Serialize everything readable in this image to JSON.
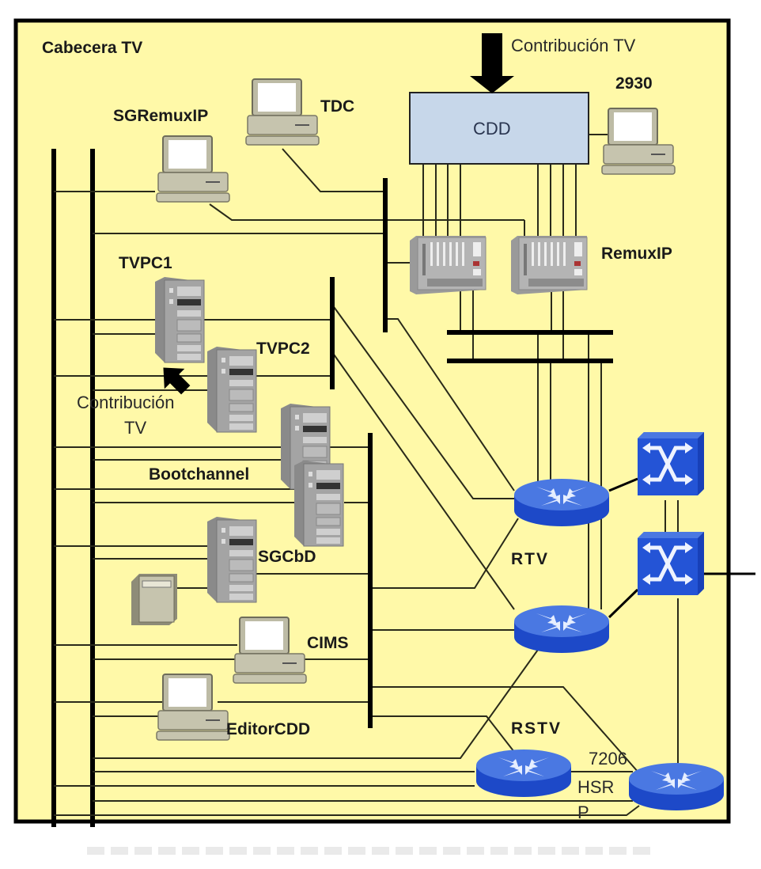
{
  "diagram": {
    "title": "Cabecera TV",
    "colors": {
      "background": "#fff9a8",
      "frame": "#000000",
      "cdd_fill": "#c7d7ea",
      "router_blue": "#2f64d8",
      "switch_blue": "#1f4fd0",
      "device_gray": "#c8c6b4"
    },
    "labels": {
      "contribution_top": "Contribución TV",
      "cdd": "CDD",
      "pc_2930": "2930",
      "tdc": "TDC",
      "sgremuxip": "SGRemuxIP",
      "remuxip": "RemuxIP",
      "tvpc1": "TVPC1",
      "tvpc2": "TVPC2",
      "contribution_left_1": "Contribución",
      "contribution_left_2": "TV",
      "bootchannel": "Bootchannel",
      "sgcbd": "SGCbD",
      "cims": "CIMS",
      "editorcdd": "EditorCDD",
      "rtv": "RTV",
      "rstv": "RSTV",
      "hsrp_1": "7206",
      "hsrp_2": "HSR",
      "hsrp_3": "P"
    },
    "icons": {
      "workstation": "workstation-icon",
      "tower_server": "tower-server-icon",
      "chassis": "remux-chassis-icon",
      "router": "router-icon",
      "switch": "atm-switch-icon",
      "storage": "storage-box-icon",
      "arrow": "arrow-icon"
    }
  }
}
